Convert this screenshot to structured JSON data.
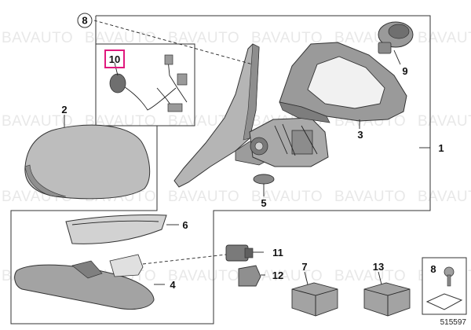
{
  "watermark": {
    "text": "BAVAUTO"
  },
  "callouts": {
    "c1": "1",
    "c2": "2",
    "c3": "3",
    "c4": "4",
    "c5": "5",
    "c6": "6",
    "c7": "7",
    "c8a": "8",
    "c8b": "8",
    "c9": "9",
    "c10": "10",
    "c11": "11",
    "c12": "12",
    "c13": "13"
  },
  "reference_number": "515597",
  "colors": {
    "highlight": "#e0197d",
    "part_fill": "#b9b9b9",
    "part_dark": "#7a7a7a",
    "outline": "#333333"
  }
}
